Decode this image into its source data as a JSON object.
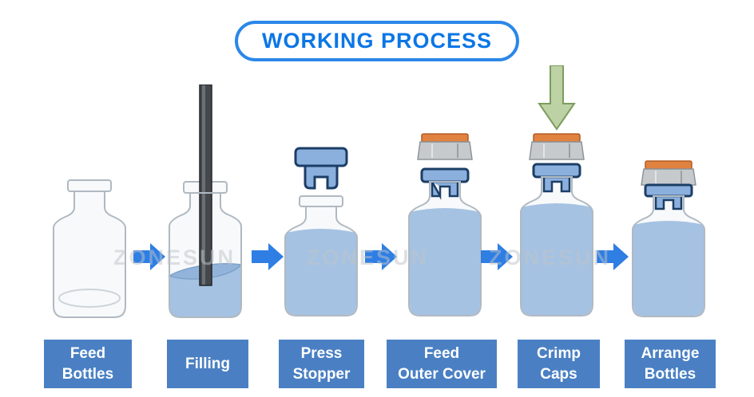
{
  "title": "WORKING PROCESS",
  "watermark": "ZONESUN",
  "colors": {
    "title_blue": "#0b76e6",
    "title_border_blue": "#2b87e8",
    "flow_arrow_blue": "#2e7ee4",
    "label_bg_blue": "#4a80c3",
    "label_text": "#ffffff",
    "liquid_blue": "#a5c2e2",
    "stopper_blue": "#8cb0dd",
    "cap_gray": "#c6cacd",
    "cap_orange": "#e08240",
    "press_arrow_green": "#bcd2a4",
    "nozzle_dark_gray": "#44484d"
  },
  "steps": [
    {
      "label_line1": "Feed",
      "label_line2": "Bottles",
      "icon": "empty-vial-icon"
    },
    {
      "label_line1": "Filling",
      "label_line2": "",
      "icon": "filling-vial-icon"
    },
    {
      "label_line1": "Press",
      "label_line2": "Stopper",
      "icon": "stoppered-vial-icon"
    },
    {
      "label_line1": "Feed",
      "label_line2": "Outer Cover",
      "icon": "vial-with-cover-icon"
    },
    {
      "label_line1": "Crimp",
      "label_line2": "Caps",
      "icon": "crimping-vial-icon"
    },
    {
      "label_line1": "Arrange",
      "label_line2": "Bottles",
      "icon": "finished-vial-icon"
    }
  ],
  "icons": {
    "flow-arrow-icon": "➡ blue block arrow",
    "down-arrow-icon": "⬇ green block arrow"
  }
}
